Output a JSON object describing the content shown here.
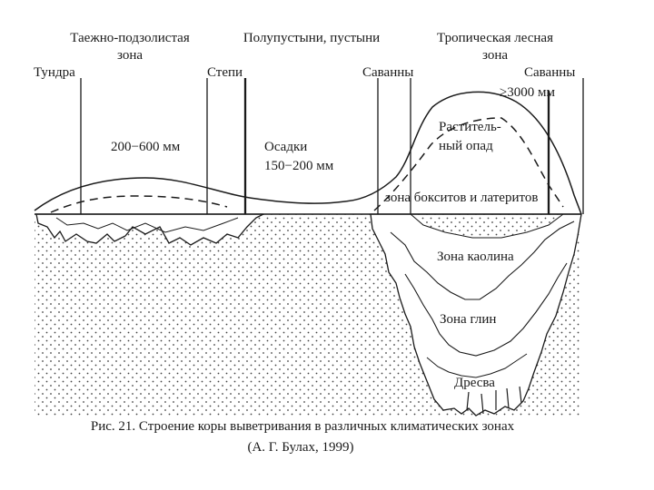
{
  "header_zones": {
    "taiga": [
      "Таежно-подзолистая",
      "зона"
    ],
    "semidesert": "Полупустыни, пустыни",
    "tropical_forest": [
      "Тропическая лесная",
      "зона"
    ]
  },
  "zones": {
    "tundra": "Тундра",
    "steppe": "Степи",
    "savanna_left": "Саванны",
    "savanna_right": "Саванны"
  },
  "precip": {
    "tropical": "≥3000 мм",
    "taiga": "200−600 мм",
    "steppe_label": "Осадки",
    "steppe_value": "150−200 мм"
  },
  "plant_litter": [
    "Раститель-",
    "ный опад"
  ],
  "profile_zones": {
    "bauxite": "зона бокситов и латеритов",
    "kaolin": "Зона каолина",
    "clay": "Зона глин",
    "gruss": "Дресва"
  },
  "caption": {
    "line1": "Рис. 21. Строение коры выветривания в различных климатических зонах",
    "line2": "(А. Г. Булах, 1999)"
  },
  "colors": {
    "ink": "#1a1a1a",
    "background": "#ffffff"
  }
}
